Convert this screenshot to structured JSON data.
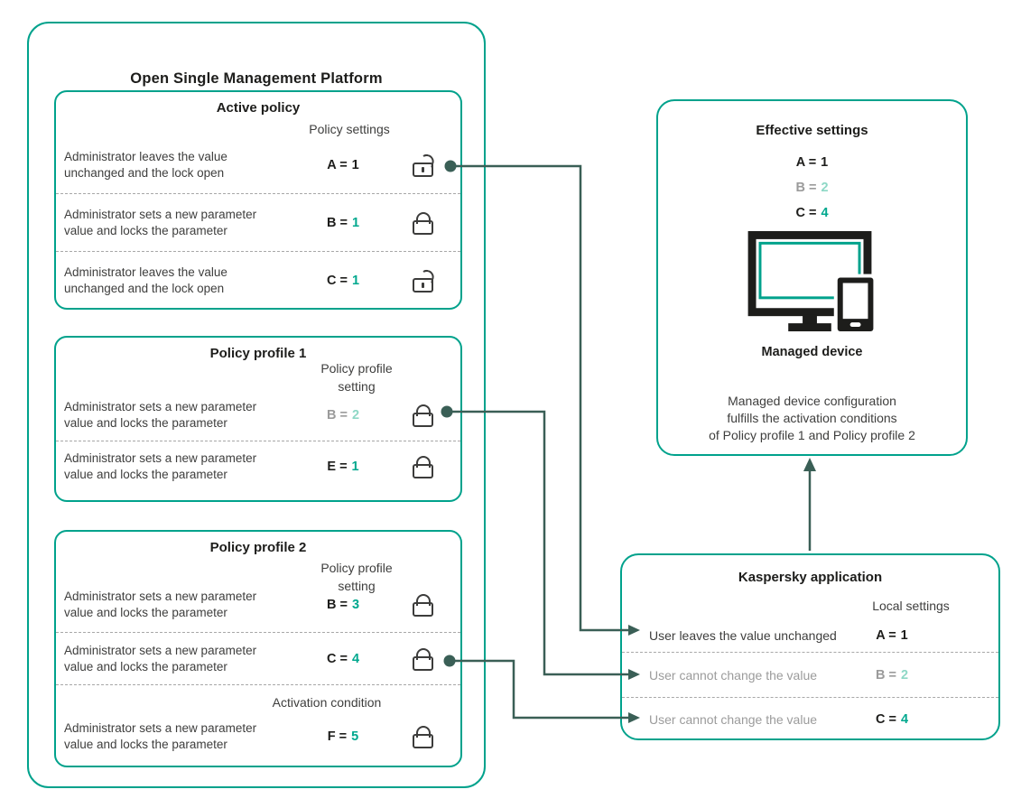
{
  "colors": {
    "teal_border": "#00a28c",
    "teal_accent": "#00a88e",
    "pale_teal": "#8ed8c6",
    "gray_text": "#9b9b9b",
    "dark_text": "#1d1d1b",
    "connector": "#3a5f56"
  },
  "platform": {
    "title": "Open Single Management Platform",
    "active_policy": {
      "title": "Active policy",
      "column_header": "Policy settings",
      "rows": [
        {
          "lines": [
            "Administrator leaves the value",
            "unchanged  and the lock open"
          ],
          "label": "A =",
          "num": "1",
          "label_class": "pv dark",
          "num_class": "pn dark",
          "lock": "open",
          "lock_class": "lock lock-open"
        },
        {
          "lines": [
            "Administrator sets a new parameter",
            "value and locks the parameter"
          ],
          "label": "B =",
          "num": "1",
          "label_class": "pv dark",
          "num_class": "pn teal",
          "lock": "closed",
          "lock_class": "lock lock-closed"
        },
        {
          "lines": [
            "Administrator leaves the value",
            "unchanged  and the lock open"
          ],
          "label": "C =",
          "num": "1",
          "label_class": "pv dark",
          "num_class": "pn teal",
          "lock": "open",
          "lock_class": "lock lock-open"
        }
      ]
    },
    "profile1": {
      "title": "Policy profile 1",
      "column_header_lines": [
        "Policy profile",
        "setting"
      ],
      "rows": [
        {
          "lines": [
            "Administrator sets a new parameter",
            "value and locks the parameter"
          ],
          "label": "B =",
          "num": "2",
          "label_class": "pv gray",
          "num_class": "pn pale",
          "lock": "closed",
          "lock_class": "lock lock-closed"
        },
        {
          "lines": [
            "Administrator sets a new parameter",
            "value and locks the parameter"
          ],
          "label": "E =",
          "num": "1",
          "label_class": "pv dark",
          "num_class": "pn teal",
          "lock": "closed",
          "lock_class": "lock lock-closed"
        }
      ]
    },
    "profile2": {
      "title": "Policy profile 2",
      "column_header_lines": [
        "Policy profile",
        "setting"
      ],
      "activation_header": "Activation condition",
      "rows": [
        {
          "lines": [
            "Administrator sets a new parameter",
            "value and locks the parameter"
          ],
          "label": "B =",
          "num": "3",
          "label_class": "pv dark",
          "num_class": "pn teal",
          "lock": "closed",
          "lock_class": "lock lock-closed"
        },
        {
          "lines": [
            "Administrator sets a new parameter",
            "value and locks the parameter"
          ],
          "label": "C =",
          "num": "4",
          "label_class": "pv dark",
          "num_class": "pn teal",
          "lock": "closed",
          "lock_class": "lock lock-closed"
        },
        {
          "lines": [
            "Administrator sets a new parameter",
            "value and locks the parameter"
          ],
          "label": "F =",
          "num": "5",
          "label_class": "pv dark",
          "num_class": "pn teal",
          "lock": "closed",
          "lock_class": "lock lock-closed"
        }
      ]
    }
  },
  "effective": {
    "title": "Effective settings",
    "values": [
      {
        "label": "A =",
        "num": "1",
        "label_class": "pv dark",
        "num_class": "pn dark"
      },
      {
        "label": "B =",
        "num": "2",
        "label_class": "pv gray",
        "num_class": "pn pale"
      },
      {
        "label": "C =",
        "num": "4",
        "label_class": "pv dark",
        "num_class": "pn teal"
      }
    ],
    "device_label": "Managed device",
    "description_lines": [
      "Managed device configuration",
      "fulfills the activation conditions",
      "of Policy profile 1 and Policy profile 2"
    ]
  },
  "kaspersky": {
    "title": "Kaspersky application",
    "column_header": "Local settings",
    "rows": [
      {
        "text": "User leaves the value unchanged",
        "text_class": "ktxt dark-t",
        "label": "A =",
        "num": "1",
        "label_class": "pv dark",
        "num_class": "pn dark"
      },
      {
        "text": "User cannot change the value",
        "text_class": "ktxt gray",
        "label": "B =",
        "num": "2",
        "label_class": "pv gray",
        "num_class": "pn pale"
      },
      {
        "text": "User cannot change the value",
        "text_class": "ktxt gray",
        "label": "C =",
        "num": "4",
        "label_class": "pv dark",
        "num_class": "pn teal"
      }
    ]
  },
  "connections": [
    {
      "from": "Active policy A = 1",
      "to": "Kaspersky application A = 1"
    },
    {
      "from": "Policy profile 1 B = 2",
      "to": "Kaspersky application B = 2"
    },
    {
      "from": "Policy profile 2 C = 4",
      "to": "Kaspersky application C = 4"
    },
    {
      "from": "Kaspersky application",
      "to": "Effective settings"
    }
  ],
  "icons": {
    "lock_open": "lock-open-icon",
    "lock_closed": "lock-closed-icon",
    "device": "managed-device-icon"
  }
}
